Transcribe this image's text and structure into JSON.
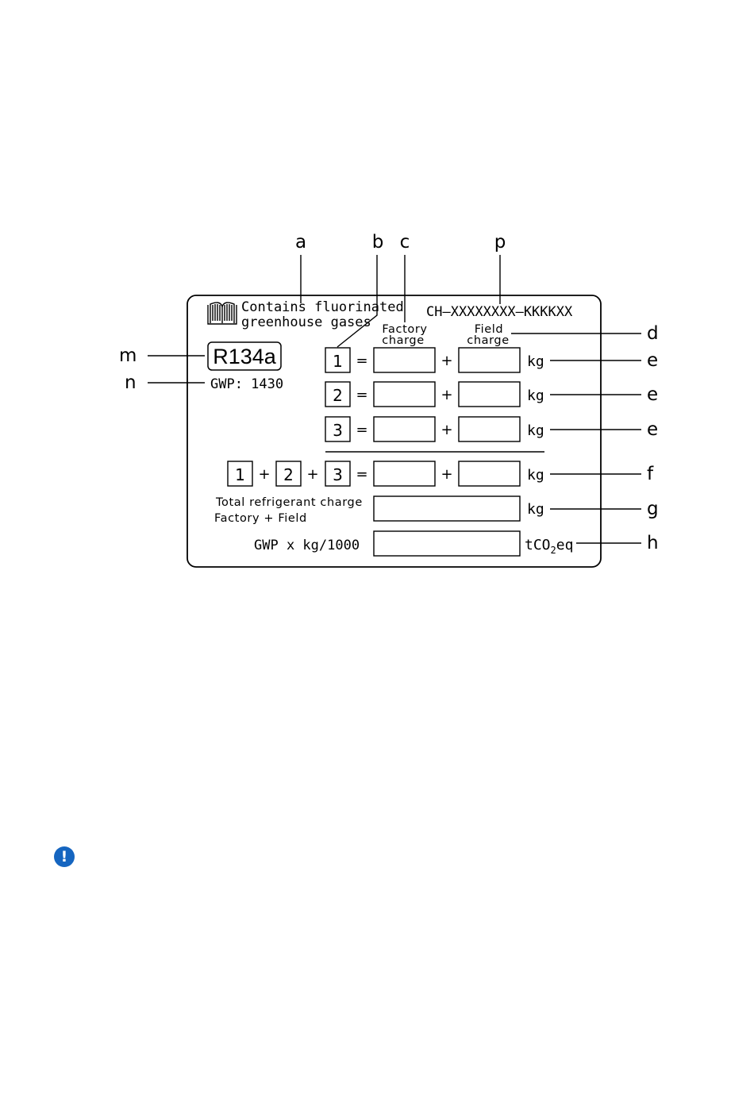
{
  "label": {
    "header_line1": "Contains fluorinated",
    "header_line2": "greenhouse gases",
    "serial": "CH–XXXXXXXX–KKKKXX",
    "refrigerant": "R134a",
    "gwp": "GWP: 1430",
    "col_factory_line1": "Factory",
    "col_factory_line2": "charge",
    "col_field_line1": "Field",
    "col_field_line2": "charge",
    "circuit_1": "1",
    "circuit_2": "2",
    "circuit_3": "3",
    "equals": "=",
    "plus": "+",
    "unit_kg": "kg",
    "total_line1": "Total refrigerant charge",
    "total_line2": "Factory + Field",
    "gwp_formula": "GWP x kg/1000",
    "unit_co2_t": "tCO",
    "unit_co2_sub": "2",
    "unit_co2_eq": "eq"
  },
  "callouts": {
    "a": "a",
    "b": "b",
    "c": "c",
    "p": "p",
    "d": "d",
    "e": "e",
    "f": "f",
    "g": "g",
    "h": "h",
    "m": "m",
    "n": "n"
  },
  "icons": {
    "manual": "open-book-icon",
    "notice": "exclamation-circle-icon"
  },
  "notice_symbol": "!",
  "colors": {
    "notice": "#1565c0",
    "line": "#000000"
  }
}
